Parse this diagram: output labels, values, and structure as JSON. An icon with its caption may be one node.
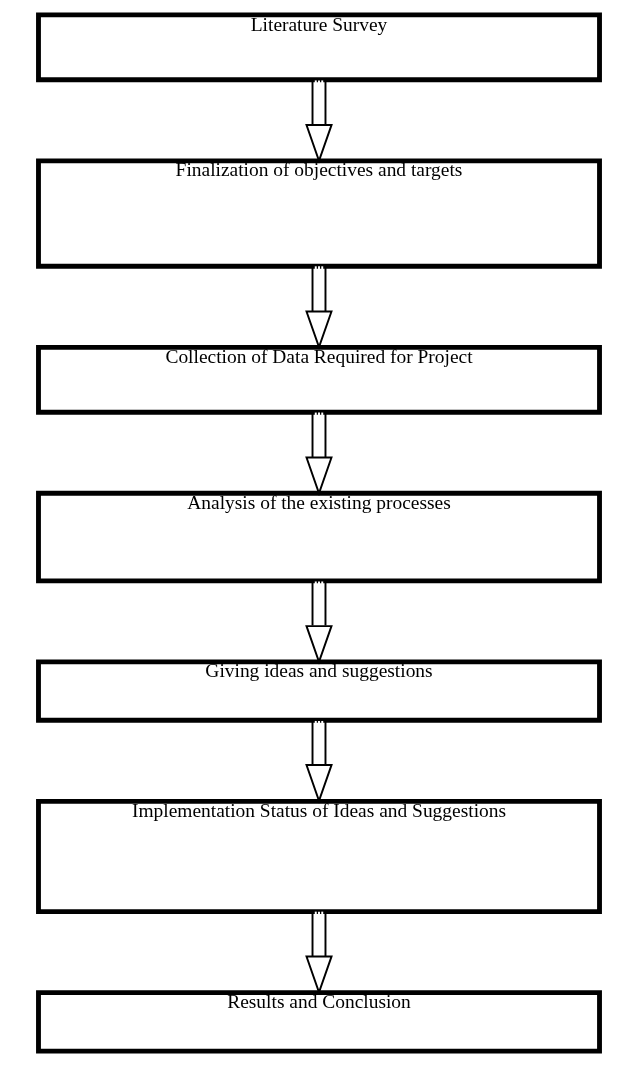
{
  "diagram": {
    "nodes": [
      {
        "text": [
          "Literature Survey"
        ]
      },
      {
        "text": [
          "Finalization of objectives and targets"
        ]
      },
      {
        "text": [
          "Collection of Data Required for Project"
        ]
      },
      {
        "text": [
          "Analysis of the existing processes"
        ]
      },
      {
        "text": [
          "Giving ideas and suggestions"
        ]
      },
      {
        "text": [
          "Implementation Status of Ideas and Suggestions"
        ]
      },
      {
        "text": [
          "Results and Conclusion"
        ]
      }
    ],
    "edges": [
      {
        "from": 0,
        "to": 1,
        "arrow": "to"
      },
      {
        "from": 1,
        "to": 2,
        "arrow": "to"
      },
      {
        "from": 2,
        "to": 3,
        "arrow": "to"
      },
      {
        "from": 3,
        "to": 4,
        "arrow": "to"
      },
      {
        "from": 4,
        "to": 5,
        "arrow": "to"
      },
      {
        "from": 5,
        "to": 6,
        "arrow": "to"
      }
    ]
  }
}
